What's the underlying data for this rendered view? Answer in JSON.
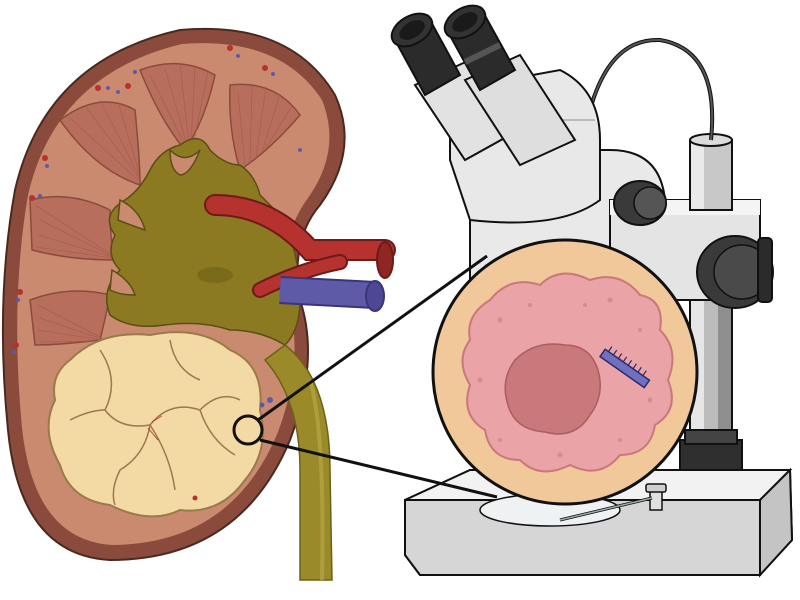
{
  "illustration": {
    "subjects": [
      "kidney-cross-section",
      "renal-tumor",
      "stereo-microscope",
      "magnified-tissue-view",
      "micro-probe"
    ],
    "colors": {
      "capsule": "#8a4b3c",
      "cortex": "#c98a70",
      "medulla_pyramid": "#b86e5c",
      "pelvis": "#8c7a22",
      "ureter": "#9a8a2a",
      "artery": "#b6322f",
      "vein": "#5f5aa8",
      "tumor": "#f3d9a4",
      "tumor_outline": "#9a7a4a",
      "tissue_background": "#f0c89a",
      "tissue_pink": "#eaa3a6",
      "tissue_core": "#c9787c",
      "microscope_body": "#e6e6e6",
      "microscope_dark": "#333333",
      "callout_line": "#111111"
    }
  }
}
